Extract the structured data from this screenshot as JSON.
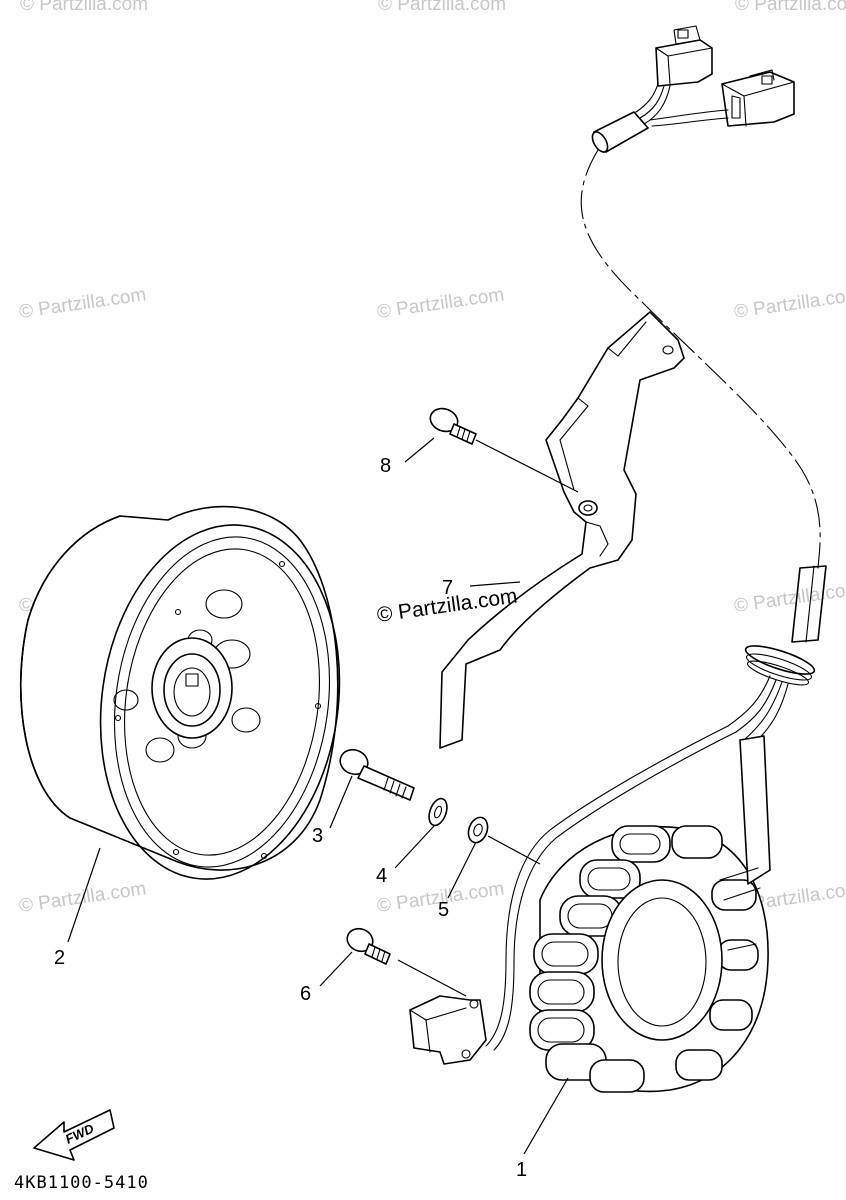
{
  "watermark": "© Partzilla.com",
  "callouts": {
    "p1": "1",
    "p2": "2",
    "p3": "3",
    "p4": "4",
    "p5": "5",
    "p6": "6",
    "p7": "7",
    "p8": "8"
  },
  "fwd_label": "FWD",
  "diagram_code": "4KB1100-5410"
}
